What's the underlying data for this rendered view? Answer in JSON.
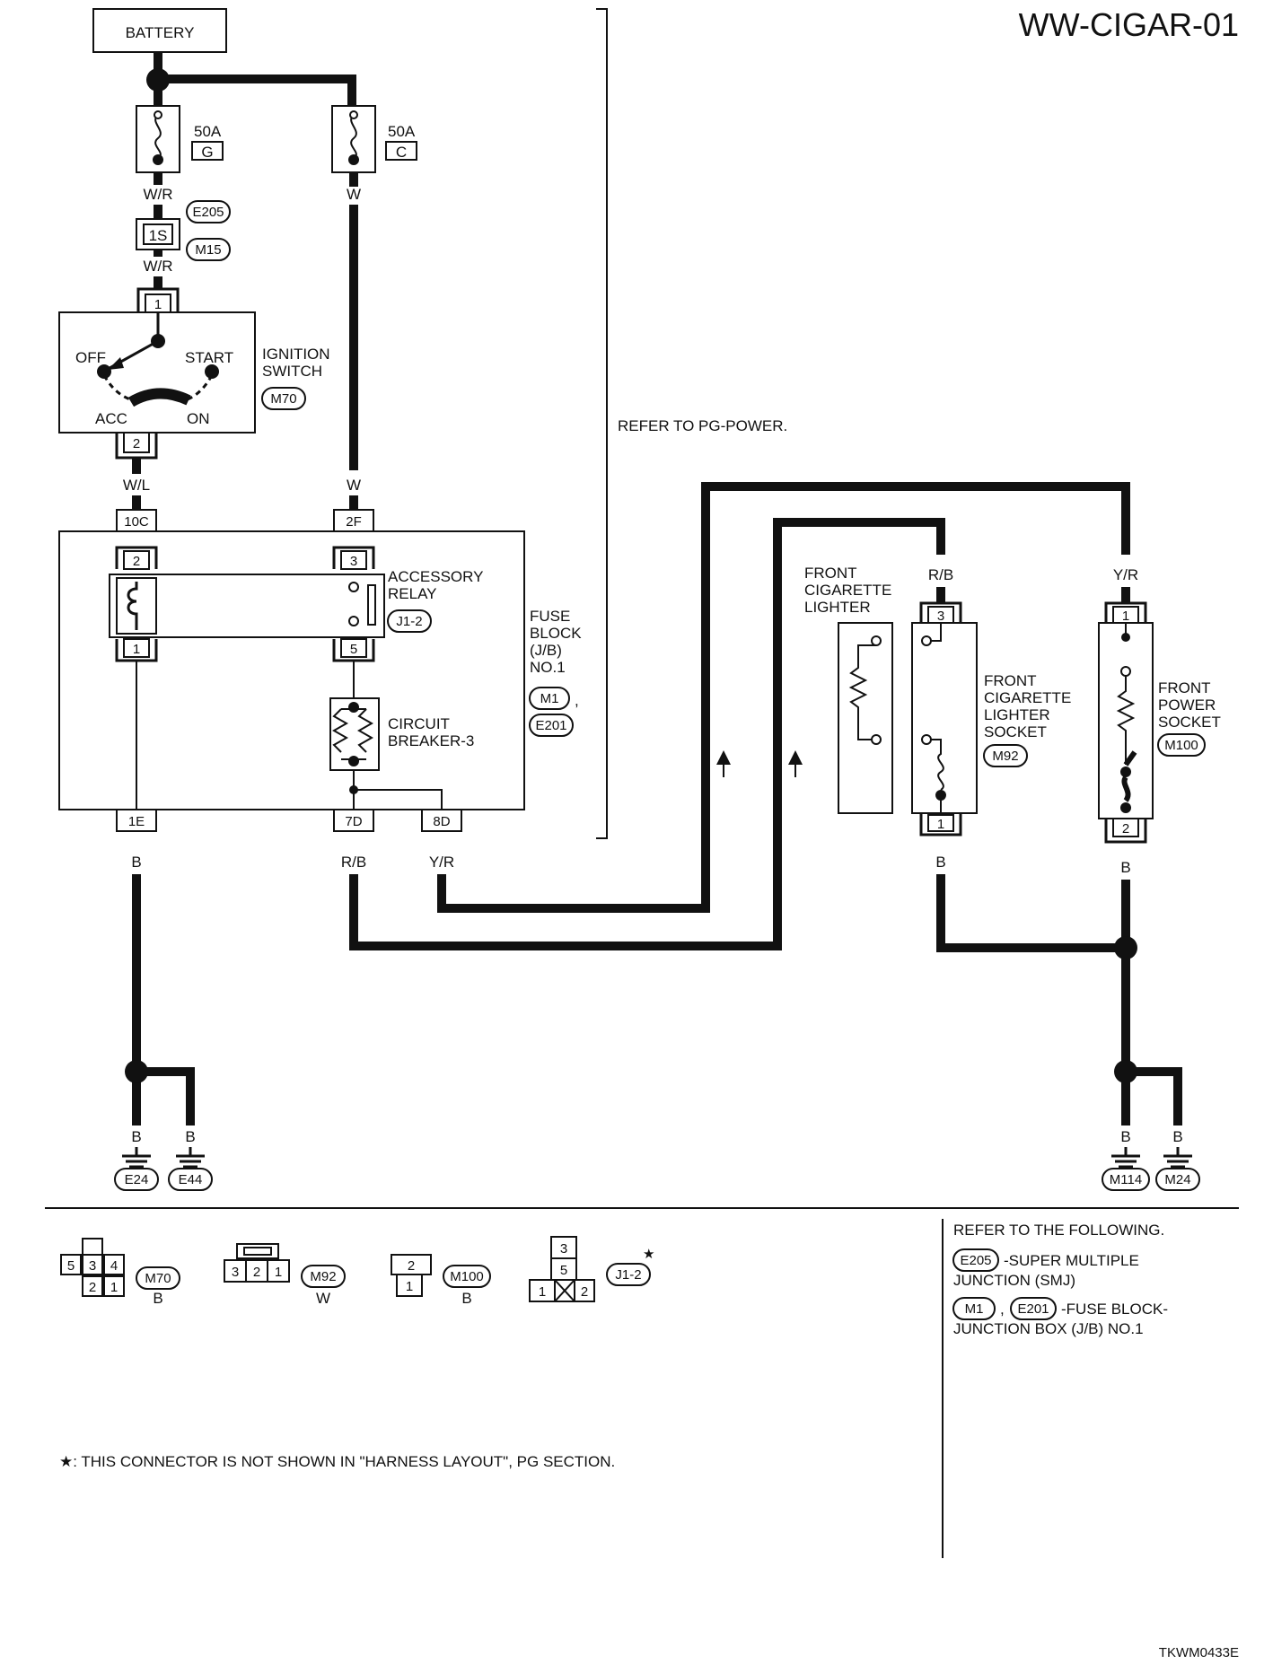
{
  "diagram_id": "WW-CIGAR-01",
  "battery": "BATTERY",
  "fuses": [
    {
      "rating": "50A",
      "letter": "G"
    },
    {
      "rating": "50A",
      "letter": "C"
    }
  ],
  "wire_colors": {
    "w_r": "W/R",
    "w": "W",
    "w_l": "W/L",
    "b": "B",
    "r_b": "R/B",
    "y_r": "Y/R"
  },
  "connectors": {
    "e205": "E205",
    "m15": "M15",
    "m70": "M70",
    "j1_2": "J1-2",
    "m1": "M1",
    "e201": "E201",
    "m92": "M92",
    "m100": "M100",
    "e24": "E24",
    "e44": "E44",
    "m114": "M114",
    "m24": "M24"
  },
  "terminals": {
    "t1s": "1S",
    "t1": "1",
    "t2": "2",
    "t3": "3",
    "t5": "5",
    "t10c": "10C",
    "t2f": "2F",
    "t1e": "1E",
    "t7d": "7D",
    "t8d": "8D"
  },
  "ignition_switch": {
    "name": "IGNITION SWITCH",
    "positions": [
      "OFF",
      "START",
      "ACC",
      "ON"
    ]
  },
  "accessory_relay": "ACCESSORY RELAY",
  "circuit_breaker": "CIRCUIT BREAKER-3",
  "fuse_block": "FUSE BLOCK (J/B) NO.1",
  "refer_pg": "REFER TO PG-POWER.",
  "front_cig_lighter": "FRONT CIGARETTE LIGHTER",
  "front_cig_socket": "FRONT CIGARETTE LIGHTER SOCKET",
  "front_power_socket": "FRONT POWER SOCKET",
  "connector_views": [
    {
      "id": "M70",
      "color": "B",
      "cells": [
        "5",
        "3",
        "4",
        "2",
        "1"
      ]
    },
    {
      "id": "M92",
      "color": "W",
      "cells": [
        "3",
        "2",
        "1"
      ]
    },
    {
      "id": "M100",
      "color": "B",
      "cells": [
        "2",
        "1"
      ]
    },
    {
      "id": "J1-2",
      "cells": [
        "3",
        "5",
        "1",
        "2"
      ]
    }
  ],
  "footnote": "★: THIS CONNECTOR IS NOT SHOWN IN \"HARNESS LAYOUT\", PG SECTION.",
  "refer_following": {
    "heading": "REFER TO THE FOLLOWING.",
    "smj_line1": "-SUPER MULTIPLE",
    "smj_line2": "JUNCTION (SMJ)",
    "fb_sep": ",",
    "fb_line1": "-FUSE BLOCK-",
    "fb_line2": "JUNCTION BOX (J/B) NO.1"
  },
  "star": "★",
  "drawing_code": "TKWM0433E"
}
